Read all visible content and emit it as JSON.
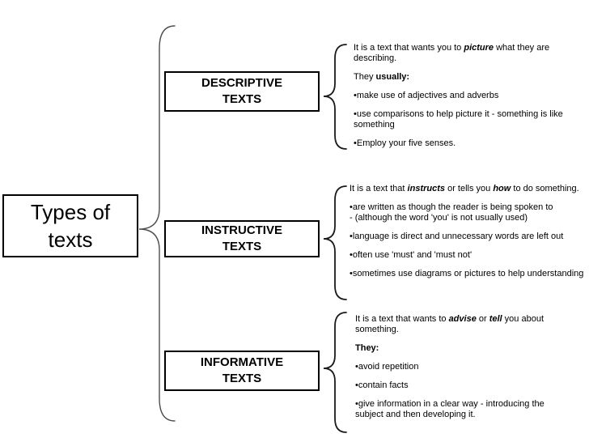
{
  "title_box": {
    "text": "Types of\ntexts"
  },
  "colors": {
    "text": "#000000",
    "box_border": "#000000",
    "main_brace": "#4d4d4d",
    "category_brace": "#1a1a1a"
  },
  "categories": [
    {
      "id": "descriptive",
      "label": "DESCRIPTIVE\nTEXTS",
      "paragraphs": [
        {
          "segments": [
            {
              "t": "It is a text that wants you to "
            },
            {
              "t": "picture",
              "b": true,
              "i": true
            },
            {
              "t": " what they are describing."
            }
          ]
        },
        {
          "segments": [
            {
              "t": "They "
            },
            {
              "t": "usually:",
              "b": true
            }
          ]
        },
        {
          "segments": [
            {
              "t": "•make use of adjectives and adverbs"
            }
          ]
        },
        {
          "segments": [
            {
              "t": "•use comparisons to help picture it - something is like\nsomething"
            }
          ]
        },
        {
          "segments": [
            {
              "t": "•Employ your five senses."
            }
          ]
        }
      ]
    },
    {
      "id": "instructive",
      "label": "INSTRUCTIVE\nTEXTS",
      "paragraphs": [
        {
          "segments": [
            {
              "t": "It is a text that "
            },
            {
              "t": "instructs",
              "b": true,
              "i": true
            },
            {
              "t": " or tells you "
            },
            {
              "t": "how",
              "b": true,
              "i": true
            },
            {
              "t": " to do something."
            }
          ]
        },
        {
          "gap": true,
          "segments": [
            {
              "t": "•are written as though the reader is being spoken to\n- (although the word 'you' is not usually used)"
            }
          ]
        },
        {
          "segments": [
            {
              "t": "•language is direct and unnecessary words are left out"
            }
          ]
        },
        {
          "gap": true,
          "segments": [
            {
              "t": "•often use 'must' and 'must not'"
            }
          ]
        },
        {
          "segments": [
            {
              "t": "•sometimes use diagrams or pictures to help understanding"
            }
          ]
        }
      ]
    },
    {
      "id": "informative",
      "label": "INFORMATIVE\nTEXTS",
      "paragraphs": [
        {
          "segments": [
            {
              "t": "It is a text that wants to "
            },
            {
              "t": "advise",
              "b": true,
              "i": true
            },
            {
              "t": " or "
            },
            {
              "t": "tell",
              "b": true,
              "i": true
            },
            {
              "t": " you about\nsomething."
            }
          ]
        },
        {
          "segments": [
            {
              "t": "They:",
              "b": true
            }
          ]
        },
        {
          "segments": [
            {
              "t": "•avoid repetition"
            }
          ]
        },
        {
          "segments": [
            {
              "t": "•contain facts"
            }
          ]
        },
        {
          "segments": [
            {
              "t": "•give information in a clear way - introducing the\nsubject and then developing it."
            }
          ]
        }
      ]
    }
  ]
}
